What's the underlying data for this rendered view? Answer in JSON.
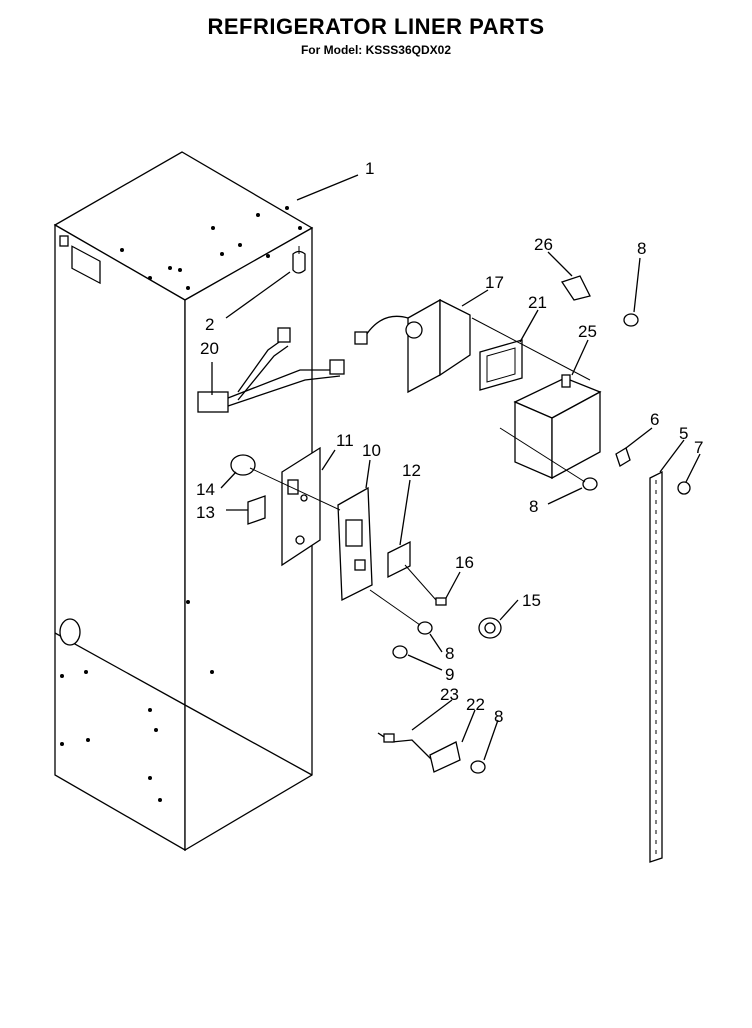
{
  "title": "REFRIGERATOR LINER PARTS",
  "subtitle": "For Model: KSSS36QDX02",
  "callouts": {
    "c1": "1",
    "c2": "2",
    "c20": "20",
    "c11": "11",
    "c10": "10",
    "c12": "12",
    "c14": "14",
    "c13": "13",
    "c16": "16",
    "c15": "15",
    "c8a": "8",
    "c9": "9",
    "c23": "23",
    "c22": "22",
    "c8b": "8",
    "c17": "17",
    "c21": "21",
    "c25": "25",
    "c26": "26",
    "c8c": "8",
    "c6": "6",
    "c5": "5",
    "c7": "7",
    "c8d": "8"
  },
  "colors": {
    "line": "#000000",
    "background": "#ffffff"
  }
}
